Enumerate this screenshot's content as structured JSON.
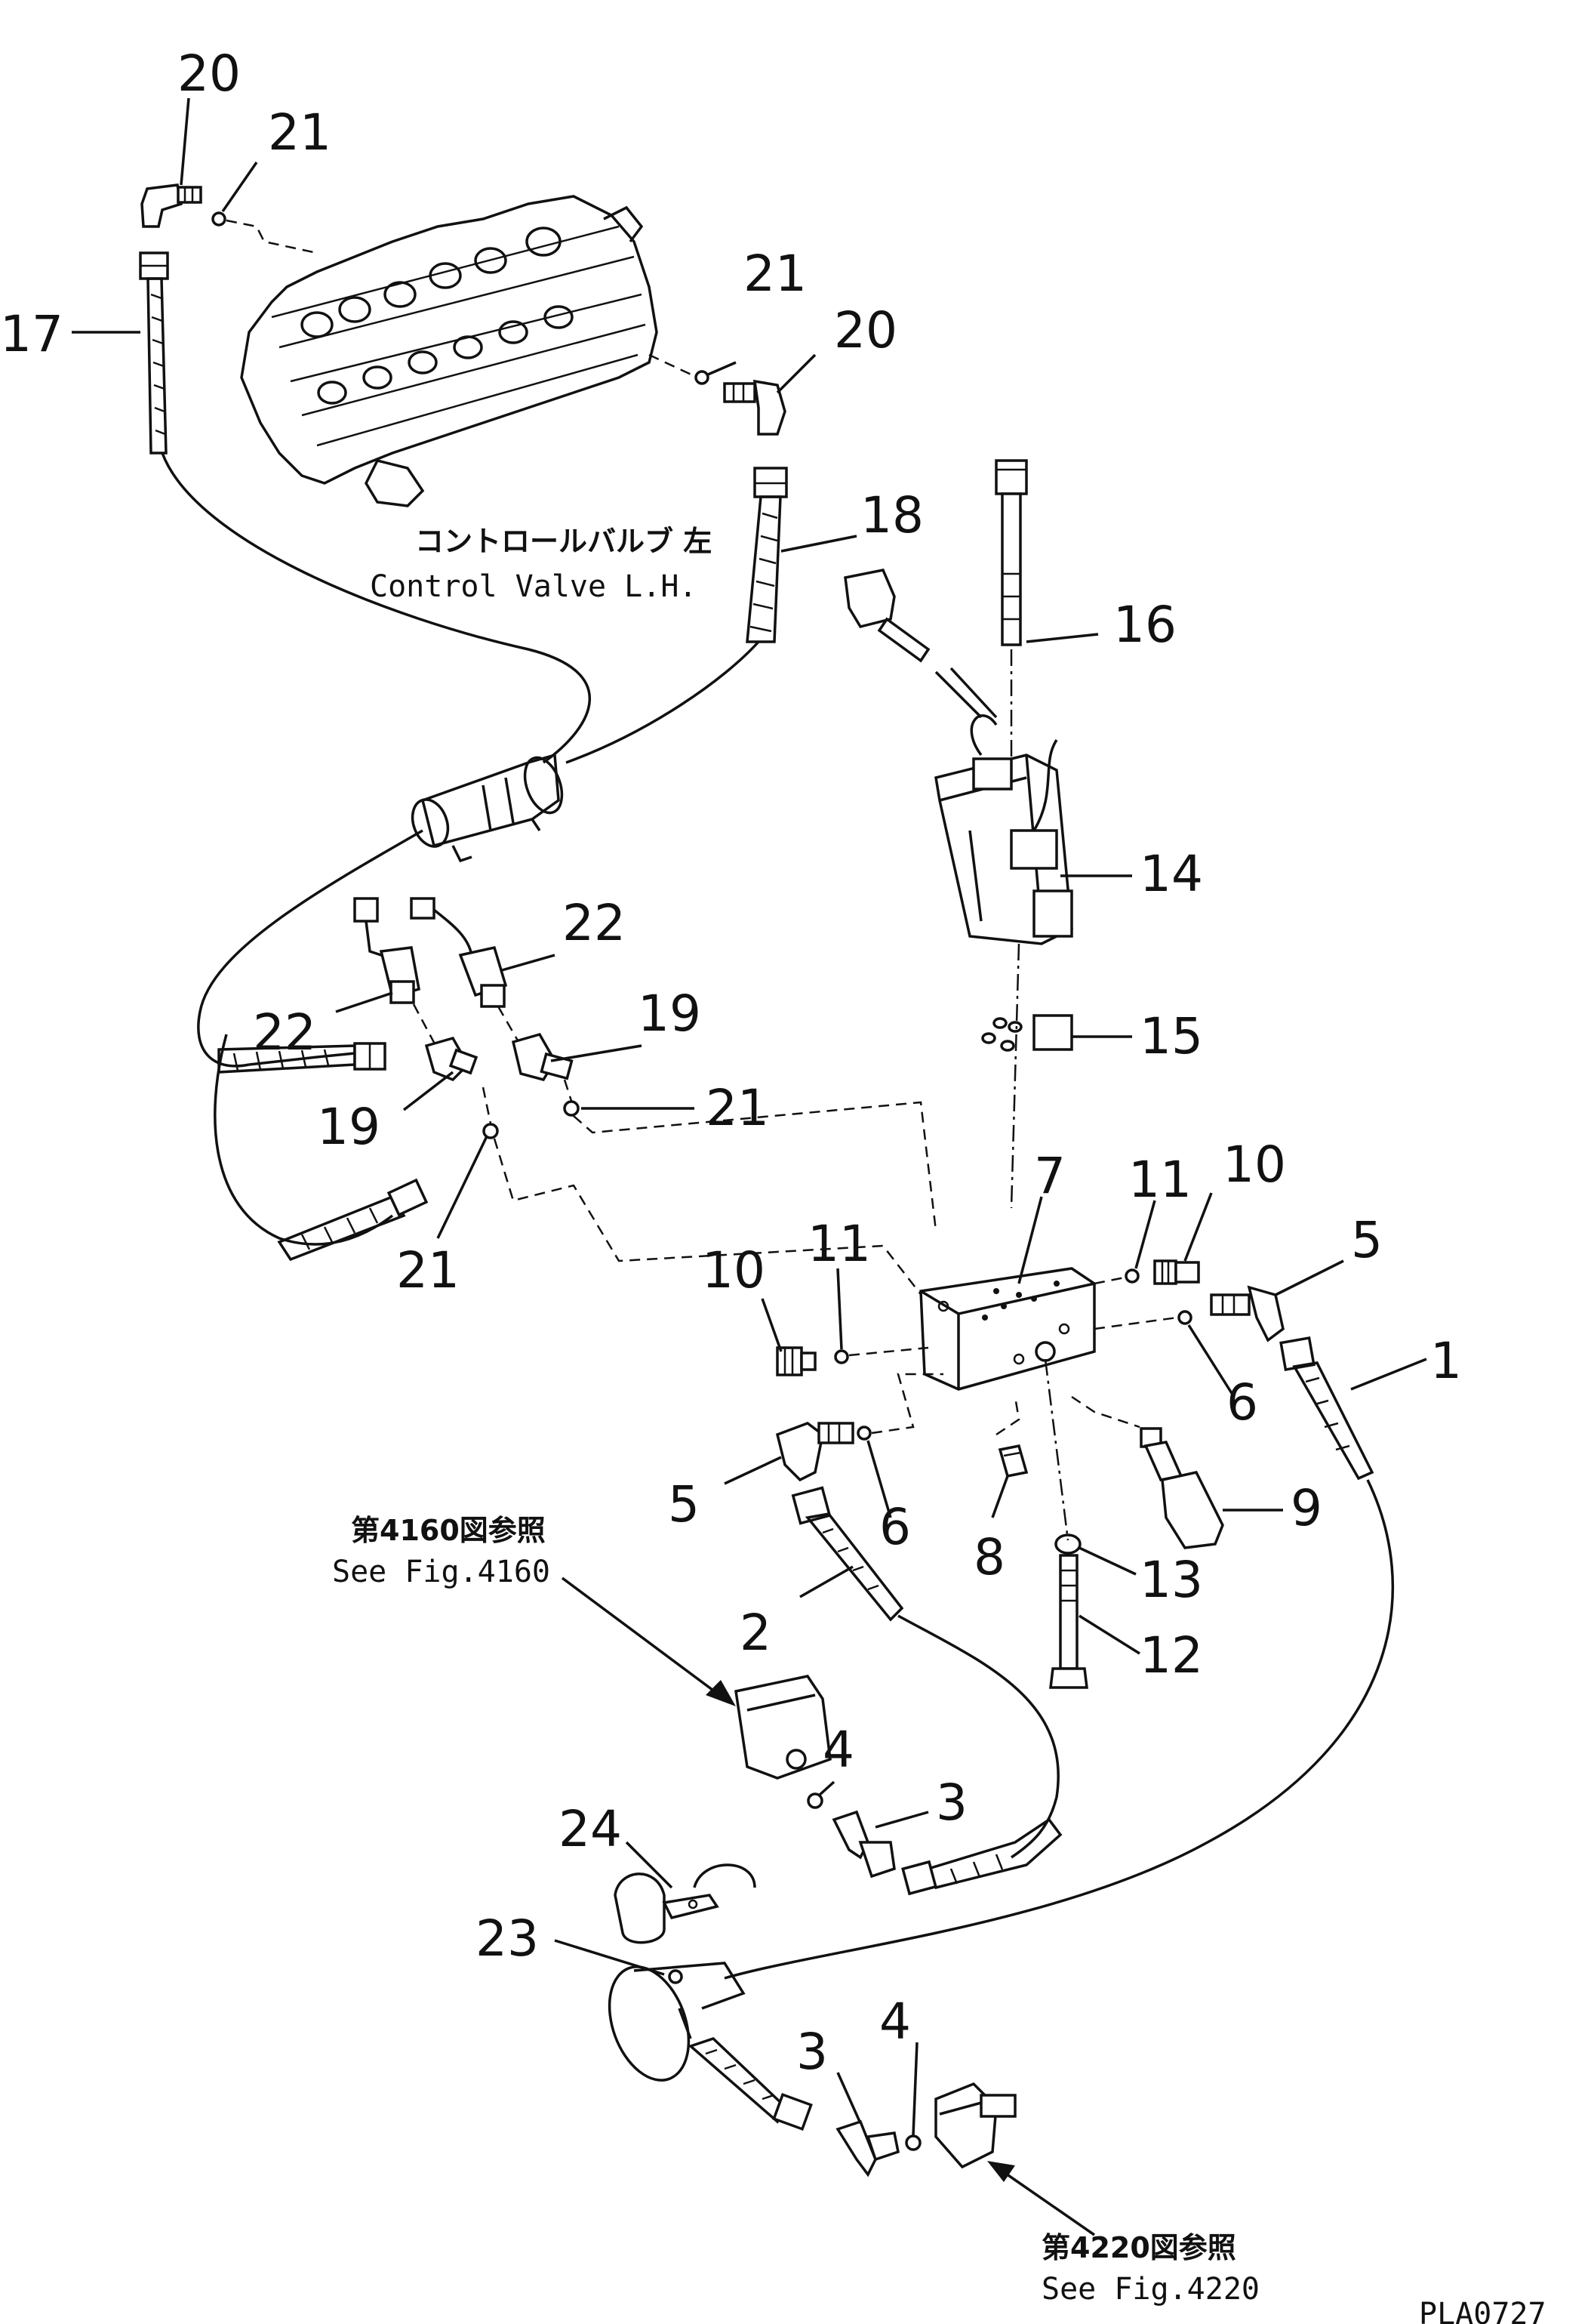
{
  "callouts": [
    {
      "id": "c20a",
      "text": "20"
    },
    {
      "id": "c21a",
      "text": "21"
    },
    {
      "id": "c17",
      "text": "17"
    },
    {
      "id": "c21b",
      "text": "21"
    },
    {
      "id": "c20b",
      "text": "20"
    },
    {
      "id": "c18",
      "text": "18"
    },
    {
      "id": "c16",
      "text": "16"
    },
    {
      "id": "c14",
      "text": "14"
    },
    {
      "id": "c22a",
      "text": "22"
    },
    {
      "id": "c22b",
      "text": "22"
    },
    {
      "id": "c19a",
      "text": "19"
    },
    {
      "id": "c19b",
      "text": "19"
    },
    {
      "id": "c21c",
      "text": "21"
    },
    {
      "id": "c21d",
      "text": "21"
    },
    {
      "id": "c15",
      "text": "15"
    },
    {
      "id": "c7",
      "text": "7"
    },
    {
      "id": "c11a",
      "text": "11"
    },
    {
      "id": "c10a",
      "text": "10"
    },
    {
      "id": "c10b",
      "text": "10"
    },
    {
      "id": "c11b",
      "text": "11"
    },
    {
      "id": "c5a",
      "text": "5"
    },
    {
      "id": "c1",
      "text": "1"
    },
    {
      "id": "c6a",
      "text": "6"
    },
    {
      "id": "c5b",
      "text": "5"
    },
    {
      "id": "c6b",
      "text": "6"
    },
    {
      "id": "c8",
      "text": "8"
    },
    {
      "id": "c9",
      "text": "9"
    },
    {
      "id": "c13",
      "text": "13"
    },
    {
      "id": "c2",
      "text": "2"
    },
    {
      "id": "c12",
      "text": "12"
    },
    {
      "id": "c4a",
      "text": "4"
    },
    {
      "id": "c3a",
      "text": "3"
    },
    {
      "id": "c24",
      "text": "24"
    },
    {
      "id": "c23",
      "text": "23"
    },
    {
      "id": "c4b",
      "text": "4"
    },
    {
      "id": "c3b",
      "text": "3"
    }
  ],
  "captions": {
    "control_valve_jp": "コントロールバルブ 左",
    "control_valve_en": "Control Valve L.H.",
    "ref_4160_jp": "第4160図参照",
    "ref_4160_en": "See Fig.4160",
    "ref_4220_jp": "第4220図参照",
    "ref_4220_en": "See Fig.4220",
    "drawing_code": "PLA0727"
  }
}
